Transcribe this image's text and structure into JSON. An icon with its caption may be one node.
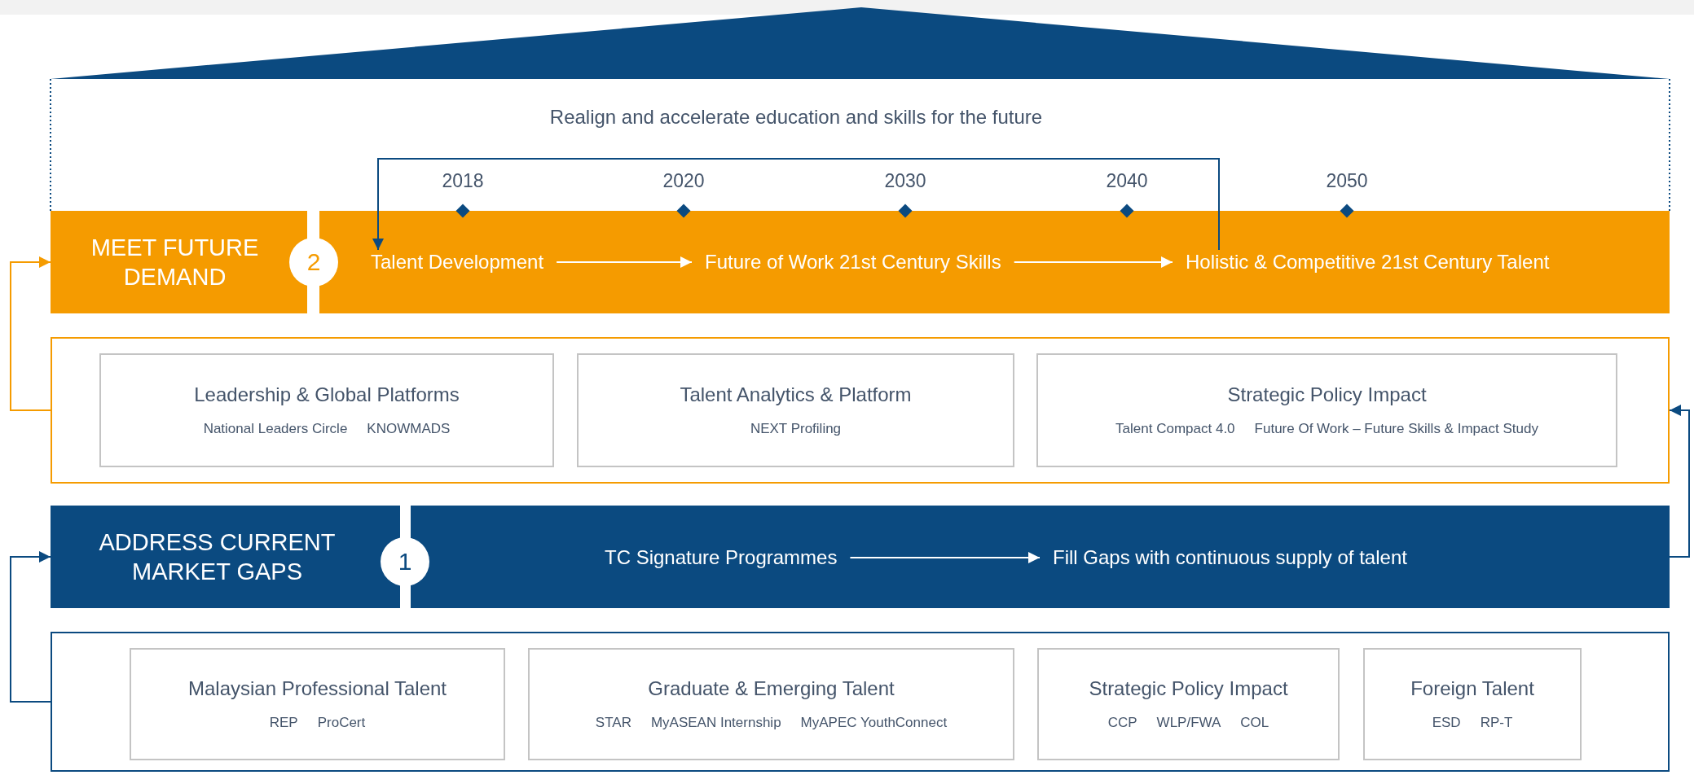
{
  "diagram": {
    "nodes": [
      {
        "text": [
          "MEET FUTURE DEMAND"
        ]
      },
      {
        "text": [
          "2"
        ]
      },
      {
        "text": [],
        "shape": "bar"
      },
      {
        "text": [
          "Talent Development"
        ],
        "in": 2
      },
      {
        "text": [
          "Future of Work 21st Century Skills"
        ],
        "in": 2
      },
      {
        "text": [
          "Holistic & Competitive 21st Century Talent"
        ],
        "in": 2
      },
      {
        "text": [],
        "shape": "box"
      },
      {
        "text": [
          "Leadership & Global Platforms",
          "National Leaders Circle",
          "KNOWMADS"
        ],
        "in": 6
      },
      {
        "text": [
          "Talent Analytics & Platform",
          "NEXT Profiling"
        ],
        "in": 6
      },
      {
        "text": [
          "Strategic Policy Impact",
          "Talent Compact 4.0",
          "Future Of Work – Future Skills & Impact Study"
        ],
        "in": 6
      },
      {
        "text": [
          "ADDRESS CURRENT MARKET GAPS"
        ]
      },
      {
        "text": [
          "1"
        ]
      },
      {
        "text": [],
        "shape": "bar"
      },
      {
        "text": [
          "TC Signature Programmes"
        ],
        "in": 12
      },
      {
        "text": [
          "Fill Gaps with continuous supply of talent"
        ],
        "in": 12
      },
      {
        "text": [],
        "shape": "box"
      },
      {
        "text": [
          "Malaysian Professional Talent",
          "REP",
          "ProCert"
        ],
        "in": 15
      },
      {
        "text": [
          "Graduate & Emerging Talent",
          "STAR",
          "MyASEAN Internship",
          "MyAPEC YouthConnect"
        ],
        "in": 15
      },
      {
        "text": [
          "Strategic Policy Impact",
          "CCP",
          "WLP/FWA",
          "COL"
        ],
        "in": 15
      },
      {
        "text": [
          "Foreign Talent",
          "ESD",
          "RP-T"
        ],
        "in": 15
      }
    ],
    "edges": [
      {
        "from": 3,
        "to": 4,
        "arrow": "to",
        "color": "#ffffff"
      },
      {
        "from": 4,
        "to": 5,
        "arrow": "to",
        "color": "#ffffff"
      },
      {
        "from": 5,
        "to": 3,
        "arrow": "to",
        "color": "#0b4a80"
      },
      {
        "from": 6,
        "to": 0,
        "arrow": "to",
        "color": "#f59b00"
      },
      {
        "from": 13,
        "to": 14,
        "arrow": "to",
        "color": "#ffffff"
      },
      {
        "from": 15,
        "to": 10,
        "arrow": "to",
        "color": "#0b4a80"
      },
      {
        "from": 12,
        "to": 6,
        "arrow": "to",
        "color": "#0b4a80"
      }
    ],
    "labels": [
      "Realign and accelerate education and skills for the future",
      "2018",
      "2020",
      "2030",
      "2040",
      "2050"
    ]
  }
}
